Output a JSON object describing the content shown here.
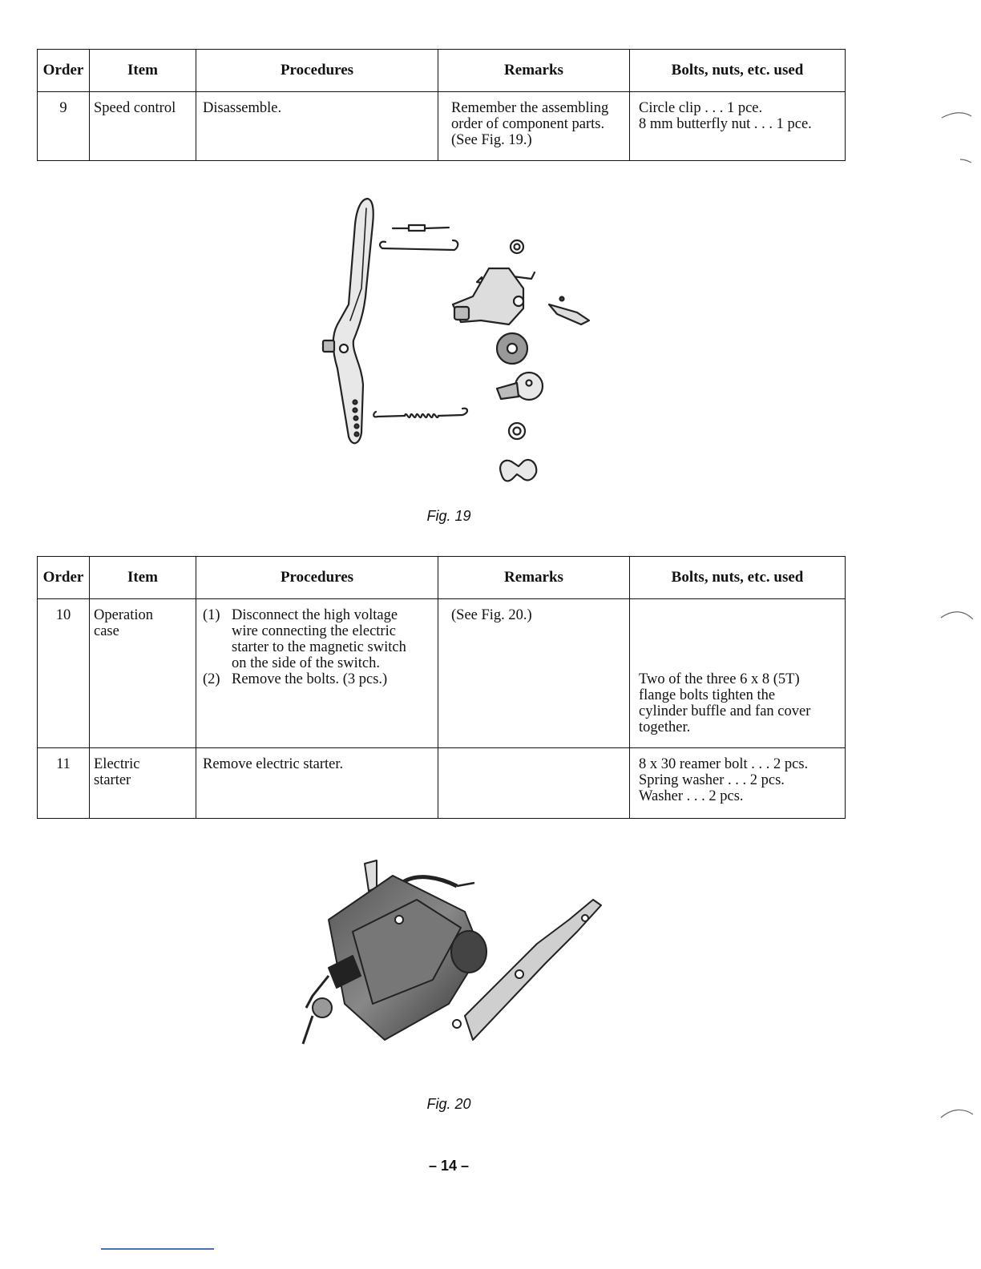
{
  "table1": {
    "headers": [
      "Order",
      "Item",
      "Procedures",
      "Remarks",
      "Bolts, nuts, etc. used"
    ],
    "row": {
      "order": "9",
      "item": "Speed control",
      "procedure": "Disassemble.",
      "remarks": [
        "Remember the assembling",
        "order of component parts.",
        "(See Fig. 19.)"
      ],
      "bolts": [
        "Circle clip . . . 1 pce.",
        "8 mm butterfly nut . . . 1 pce."
      ]
    }
  },
  "fig19": {
    "caption": "Fig. 19"
  },
  "table2": {
    "headers": [
      "Order",
      "Item",
      "Procedures",
      "Remarks",
      "Bolts, nuts, etc. used"
    ],
    "row10": {
      "order": "10",
      "item": [
        "Operation",
        "case"
      ],
      "step1_num": "(1)",
      "step1": [
        "Disconnect the high voltage",
        "wire connecting the electric",
        "starter to the magnetic switch",
        "on the side of the switch."
      ],
      "step2_num": "(2)",
      "step2": "Remove the bolts. (3 pcs.)",
      "remarks": "(See Fig. 20.)",
      "bolts": [
        "Two of the three 6 x 8 (5T)",
        "flange bolts tighten the",
        "cylinder buffle and fan cover",
        "together."
      ]
    },
    "row11": {
      "order": "11",
      "item": [
        "Electric",
        "starter"
      ],
      "procedure": "Remove electric starter.",
      "bolts": [
        "8 x 30 reamer bolt . . . 2 pcs.",
        "Spring washer . . . 2 pcs.",
        "Washer . . . 2 pcs."
      ]
    }
  },
  "fig20": {
    "caption": "Fig. 20"
  },
  "page_number": "– 14 –"
}
